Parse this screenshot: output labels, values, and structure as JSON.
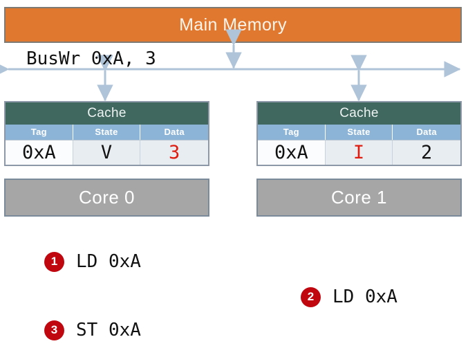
{
  "diagram": {
    "memory": {
      "label": "Main Memory",
      "color": "#E0792F"
    },
    "bus": {
      "operation_label": "BusWr 0xA, 3",
      "color": "#B8C9DD"
    },
    "caches": [
      {
        "title": "Cache",
        "headers": [
          "Tag",
          "State",
          "Data"
        ],
        "row": [
          "0xA",
          "V",
          "3"
        ],
        "highlight": {
          "tag": false,
          "state": false,
          "data": true
        },
        "core": "Core 0"
      },
      {
        "title": "Cache",
        "headers": [
          "Tag",
          "State",
          "Data"
        ],
        "row": [
          "0xA",
          "I",
          "2"
        ],
        "highlight": {
          "tag": false,
          "state": true,
          "data": false
        },
        "core": "Core 1"
      }
    ],
    "instructions": [
      {
        "number": "1",
        "text": "LD 0xA"
      },
      {
        "number": "2",
        "text": "LD 0xA"
      },
      {
        "number": "3",
        "text": "ST 0xA"
      }
    ],
    "colors": {
      "accent_red": "#C00710",
      "memory_orange": "#E0792F",
      "cache_header_green": "#40685F",
      "column_header_blue": "#8CB4D6",
      "core_gray": "#A6A6A6"
    }
  }
}
